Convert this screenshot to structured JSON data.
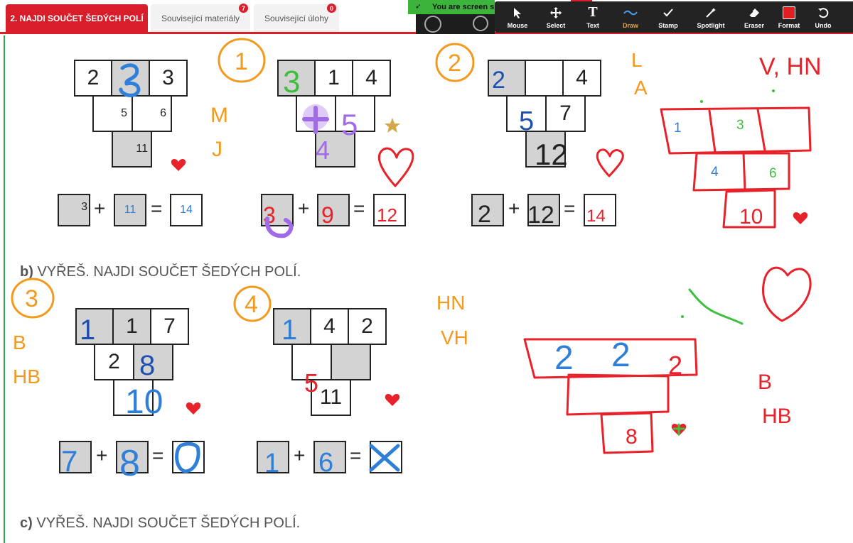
{
  "tabs": [
    {
      "label": "2. NAJDI SOUČET ŠEDÝCH POLÍ",
      "active": true
    },
    {
      "label": "Související materiály",
      "badge": "7"
    },
    {
      "label": "Související úlohy",
      "badge": "0"
    }
  ],
  "share_banner": "You are screen sharing",
  "toolbar": {
    "tools": [
      {
        "label": "Mouse",
        "icon": "mouse-arrow-icon"
      },
      {
        "label": "Select",
        "icon": "move-arrows-icon"
      },
      {
        "label": "Text",
        "icon": "text-T-icon"
      },
      {
        "label": "Draw",
        "icon": "squiggle-icon",
        "active": true
      },
      {
        "label": "Stamp",
        "icon": "check-stamp-icon"
      },
      {
        "label": "Spotlight",
        "icon": "magic-wand-icon"
      },
      {
        "label": "Eraser",
        "icon": "eraser-icon"
      },
      {
        "label": "Format",
        "icon": "color-square-icon",
        "color": "#e02020"
      },
      {
        "label": "Undo",
        "icon": "undo-icon"
      }
    ]
  },
  "worksheet": {
    "section_b": {
      "letter": "b)",
      "text": "VYŘEŠ. NAJDI SOUČET ŠEDÝCH POLÍ."
    },
    "section_c": {
      "letter": "c)",
      "text": "VYŘEŠ. NAJDI SOUČET ŠEDÝCH POLÍ."
    },
    "p1": {
      "top": [
        "2",
        "",
        "3"
      ],
      "mid": [
        "5",
        "6"
      ],
      "bot": "11",
      "eq": [
        "3",
        "11",
        "14"
      ]
    },
    "p2": {
      "top": [
        "",
        "1",
        "4"
      ],
      "mid": [
        "",
        ""
      ],
      "bot": "",
      "eq": [
        "",
        "",
        ""
      ]
    },
    "p3": {
      "top": [
        "",
        "",
        "4"
      ],
      "mid": [
        "",
        "7"
      ],
      "bot": "",
      "eq": [
        "",
        "",
        ""
      ]
    },
    "p4": {
      "top": [
        "1",
        "3",
        ""
      ],
      "mid": [
        "4",
        "6"
      ],
      "bot": "",
      "eq": []
    },
    "p5": {
      "top": [
        "",
        "1",
        "7"
      ],
      "mid": [
        "2",
        ""
      ],
      "bot": "",
      "eq": [
        "",
        "",
        ""
      ]
    },
    "p6": {
      "top": [
        "",
        "4",
        "2"
      ],
      "mid": [
        "",
        ""
      ],
      "bot": "11",
      "eq": [
        "",
        "",
        ""
      ]
    },
    "ops": {
      "plus": "+",
      "equals": "="
    }
  },
  "annotations": {
    "labels": [
      "1",
      "2",
      "3",
      "4",
      "M",
      "J",
      "L",
      "A",
      "V, HN",
      "B",
      "HB",
      "HN",
      "VH",
      "B",
      "HB",
      "3",
      "9",
      "12",
      "2",
      "12",
      "14",
      "3",
      "5",
      "2",
      "2",
      "2",
      "8",
      "10",
      "1",
      "7",
      "6",
      "4",
      "5",
      "7",
      "8",
      "10"
    ],
    "colors": {
      "orange": "#f39a1e",
      "red": "#e8222a",
      "blue": "#2f7fd8",
      "darkblue": "#1e4fb0",
      "purple": "#a06ae8",
      "green": "#3fbf3f"
    }
  }
}
